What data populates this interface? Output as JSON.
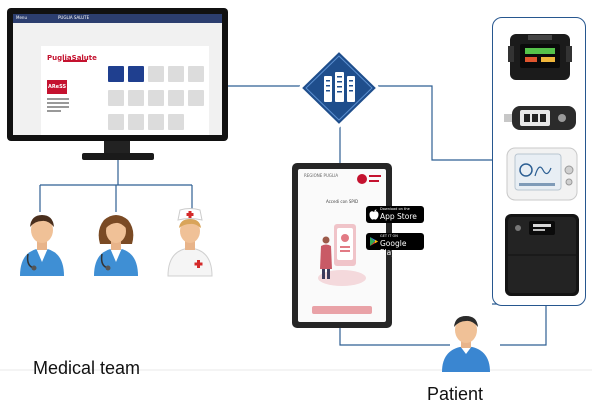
{
  "labels": {
    "medical_team": "Medical team",
    "patient": "Patient"
  },
  "portal": {
    "header_left": "Menu",
    "header_title": "PUGLIA SALUTE",
    "brand": "PugliaSalute",
    "aress_logo": "AReSS"
  },
  "tablet": {
    "heading": "Accedi con SPID",
    "logos": "REGIONE PUGLIA"
  },
  "stores": {
    "appstore_small": "Download on the",
    "appstore_big": "App Store",
    "googleplay_small": "GET IT ON",
    "googleplay_big": "Google Play"
  },
  "colors": {
    "connector": "#2e5f93",
    "server_diamond": "#1f4e8c",
    "brand_red": "#c4122f",
    "scrubs": "#3f8fd4"
  },
  "icons": [
    "server-icon",
    "doctor-icon",
    "nurse-icon",
    "patient-icon",
    "monitor-icon",
    "tablet-icon",
    "apple-icon",
    "google-play-icon"
  ]
}
